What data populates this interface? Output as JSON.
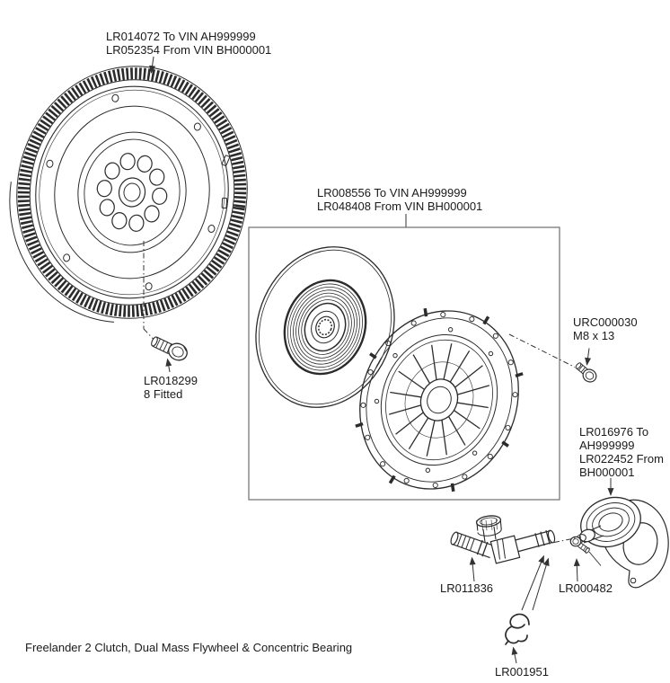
{
  "caption": "Freelander 2 Clutch, Dual Mass Flywheel & Concentric Bearing",
  "colors": {
    "background": "#ffffff",
    "line_art": "#2b2b2b",
    "leader_line": "#333333",
    "text": "#1a1a1a",
    "kit_box_border": "#787878"
  },
  "labels": {
    "flywheel": {
      "line1": "LR014072 To VIN AH999999",
      "line2": "LR052354 From VIN BH000001"
    },
    "clutch_kit": {
      "line1": "LR008556 To VIN AH999999",
      "line2": "LR048408 From VIN BH000001"
    },
    "flywheel_bolt": {
      "line1": "LR018299",
      "line2": "8 Fitted"
    },
    "pressure_plate_bolt": {
      "line1": "URC000030",
      "line2": "M8 x 13"
    },
    "concentric_bearing": {
      "line1": "LR016976 To",
      "line2": "AH999999",
      "line3": "LR022452 From",
      "line4": "BH000001"
    },
    "hydraulic_pipe": {
      "line1": "LR011836"
    },
    "bearing_bolt": {
      "line1": "LR000482"
    },
    "retaining_clip": {
      "line1": "LR001951"
    }
  }
}
